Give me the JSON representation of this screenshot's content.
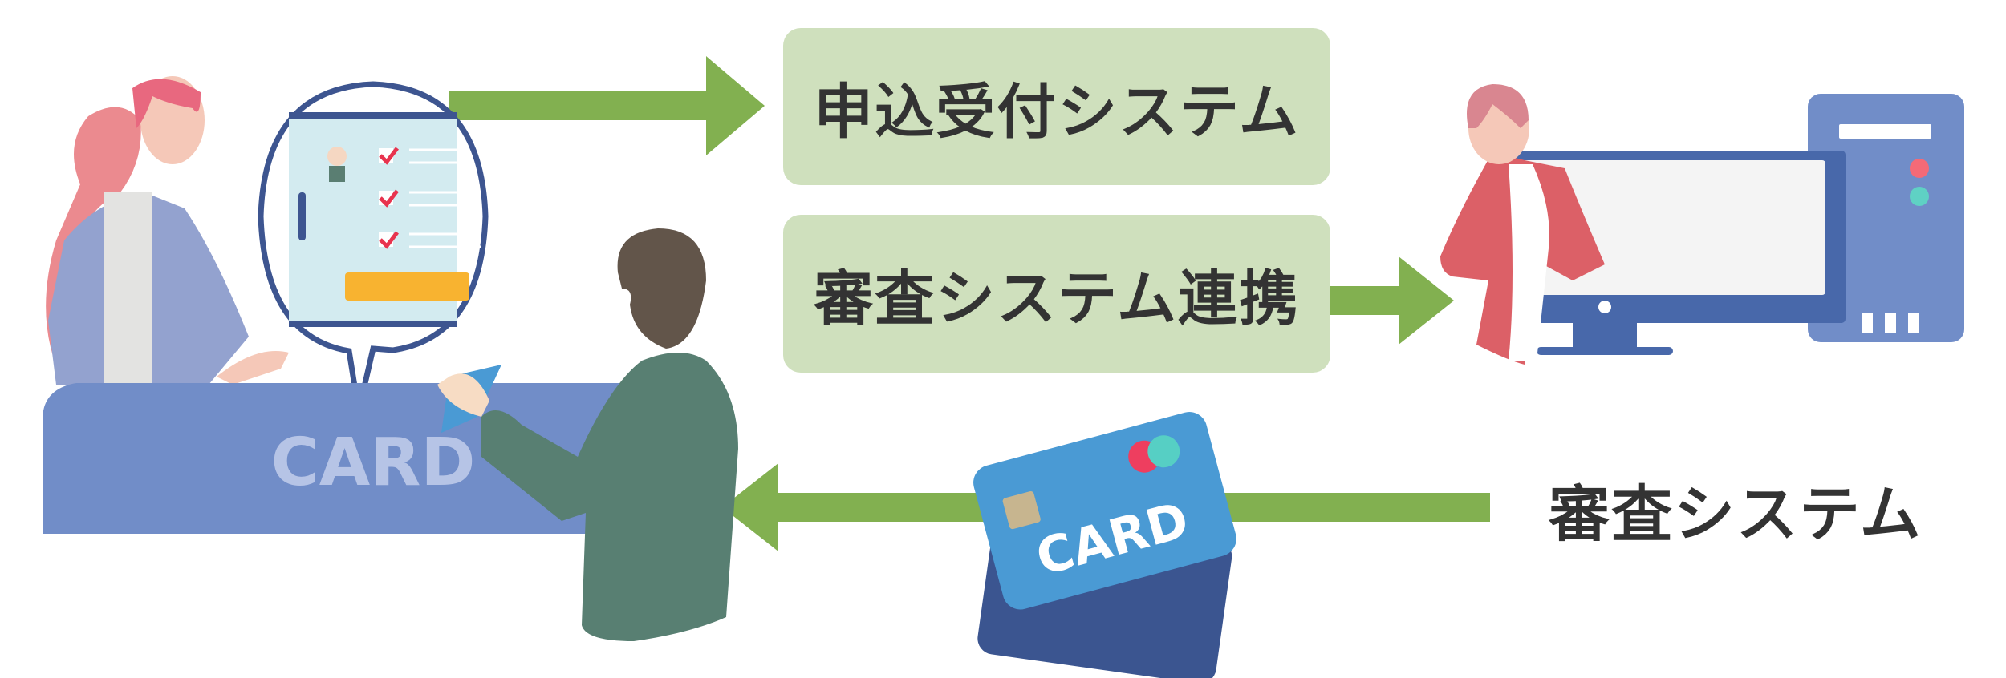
{
  "boxes": {
    "application_system": "申込受付システム",
    "review_integration": "審査システム連携"
  },
  "review_system_label": "審査システム",
  "counter_label": "CARD",
  "card_label": "CARD",
  "colors": {
    "arrow": "#82b050",
    "box": "#cfe0bd",
    "counter": "#718dc8",
    "card_front": "#4a9ad4",
    "card_back": "#3b5590",
    "text": "#333333"
  }
}
